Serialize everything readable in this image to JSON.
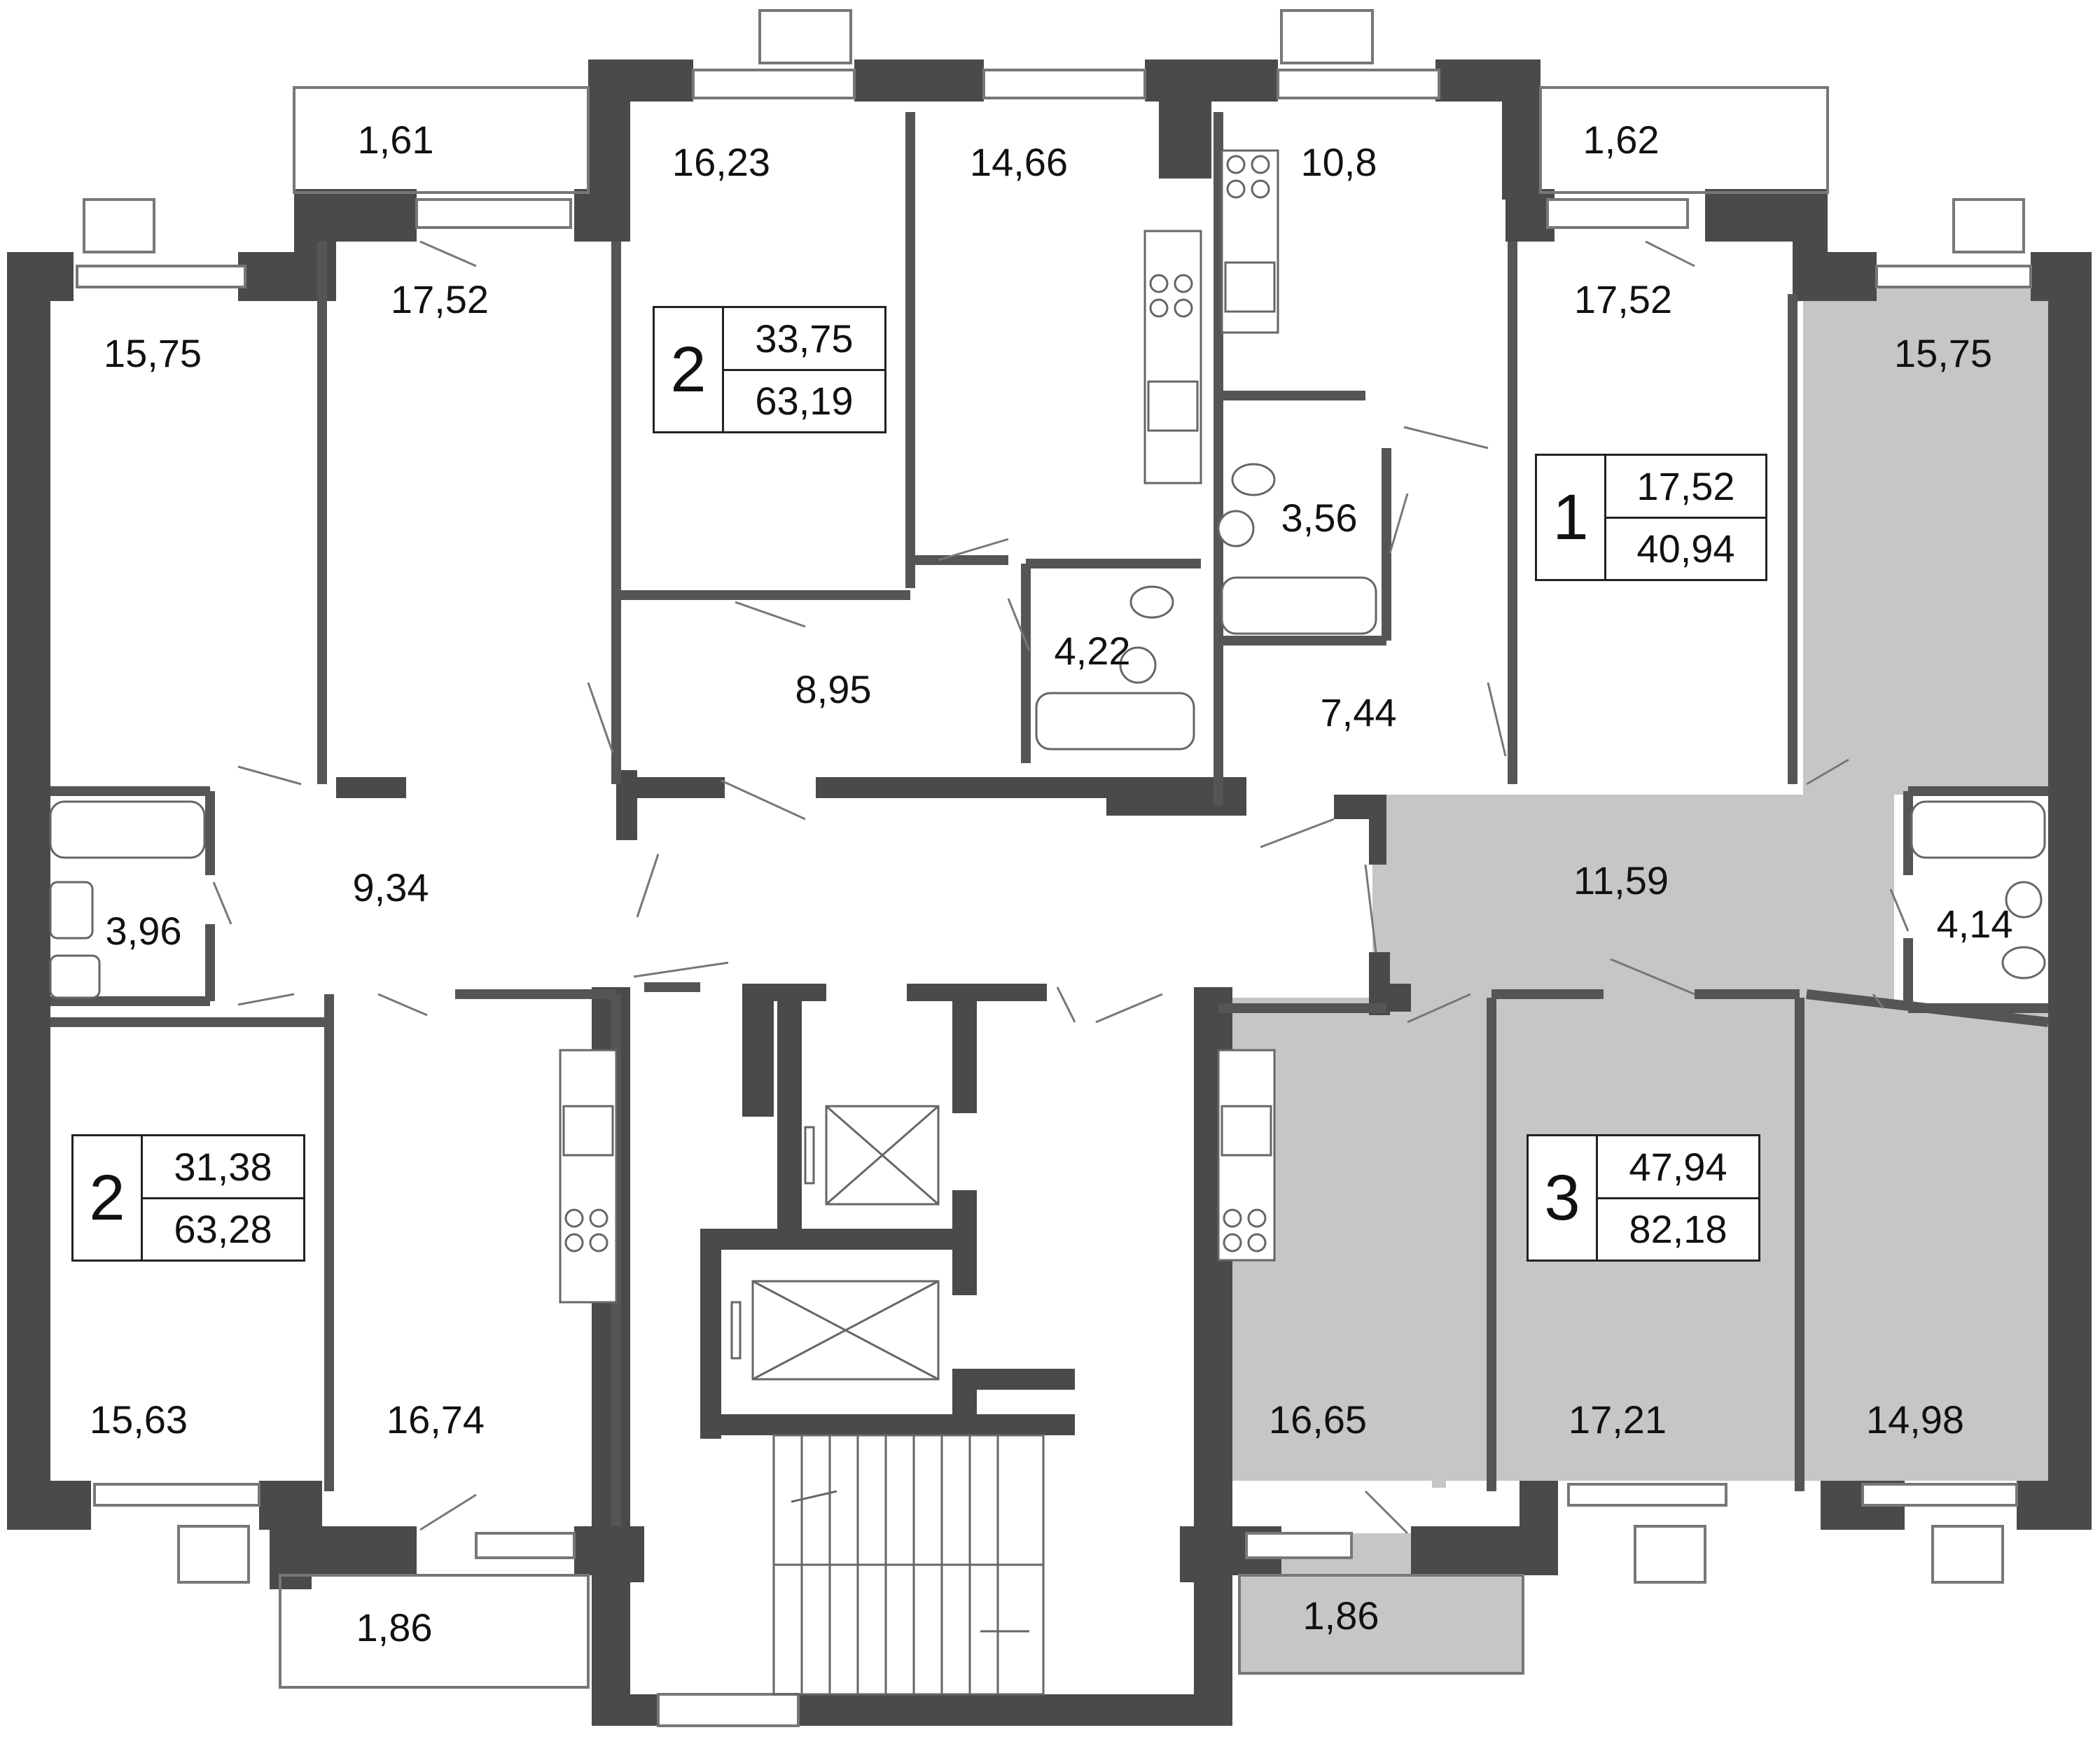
{
  "colors": {
    "wall": "#4a4a4a",
    "line": "#555555",
    "highlight": "#c6c6c6",
    "background": "#ffffff"
  },
  "rooms": {
    "balcony_top_left": "1,61",
    "balcony_top_right": "1,62",
    "living_far_left": "15,75",
    "bedroom_left": "17,52",
    "bedroom_top": "16,23",
    "kitchen_top": "14,66",
    "kitchen_top_right": "10,8",
    "bedroom_right": "17,52",
    "living_far_right": "15,75",
    "bath_top_right": "3,56",
    "bath_top_center": "4,22",
    "hall_top_center": "8,95",
    "hall_top_right": "7,44",
    "bath_left": "3,96",
    "hall_left": "9,34",
    "hall_right": "11,59",
    "bath_right": "4,14",
    "room_bottom_left": "15,63",
    "kitchen_bottom_left": "16,74",
    "kitchen_bottom_right": "16,65",
    "room_bottom_right_a": "17,21",
    "room_bottom_right_b": "14,98",
    "balcony_bottom_left": "1,86",
    "balcony_bottom_right": "1,86"
  },
  "apartments": [
    {
      "id": "apt-top-left",
      "rooms": "2",
      "living_area": "33,75",
      "total_area": "63,19"
    },
    {
      "id": "apt-top-right",
      "rooms": "1",
      "living_area": "17,52",
      "total_area": "40,94"
    },
    {
      "id": "apt-bottom-left",
      "rooms": "2",
      "living_area": "31,38",
      "total_area": "63,28"
    },
    {
      "id": "apt-bottom-right",
      "rooms": "3",
      "living_area": "47,94",
      "total_area": "82,18"
    }
  ]
}
